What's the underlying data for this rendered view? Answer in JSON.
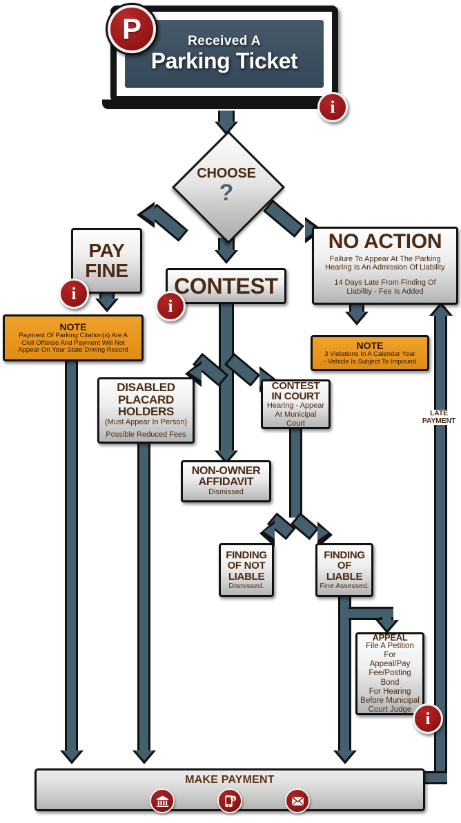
{
  "header": {
    "badge_letter": "P",
    "line1": "Received A",
    "line2": "Parking Ticket",
    "info_icon": "i"
  },
  "decision": {
    "label": "CHOOSE",
    "mark": "?"
  },
  "nodes": {
    "pay_fine": {
      "line1": "PAY",
      "line2": "FINE",
      "info_icon": "i"
    },
    "contest": {
      "title": "CONTEST",
      "info_icon": "i"
    },
    "no_action": {
      "title": "NO ACTION",
      "body1": "Failure To Appear At The Parking",
      "body2": "Hearing Is An Admission Of Liability",
      "body3": "14 Days Late From Finding Of",
      "body4": "Liability - Fee Is Added"
    },
    "disabled_placard": {
      "line1": "DISABLED",
      "line2": "PLACARD",
      "line3": "HOLDERS",
      "sub1": "(Must Appear In Person)",
      "sub2": "Possible Reduced Fees"
    },
    "contest_in_court": {
      "line1": "CONTEST",
      "line2": "IN COURT",
      "sub1": "Hearing - Appear",
      "sub2": "At Municipal Court"
    },
    "non_owner_affidavit": {
      "line1": "NON-OWNER",
      "line2": "AFFIDAVIT",
      "sub1": "Dismissed"
    },
    "finding_not_liable": {
      "line1": "FINDING",
      "line2": "OF NOT",
      "line3": "LIABLE",
      "sub1": "Dismissed."
    },
    "finding_liable": {
      "line1": "FINDING",
      "line2": "OF",
      "line3": "LIABLE",
      "sub1": "Fine Assessed."
    },
    "appeal": {
      "title": "APPEAL",
      "b1": "File A Petition For",
      "b2": "Appeal/Pay",
      "b3": "Fee/Posting Bond",
      "b4": "For Hearing",
      "b5": "Before Municipal",
      "b6": "Court Judge",
      "info_icon": "i"
    }
  },
  "notes": {
    "pay_fine_note": {
      "title": "NOTE",
      "b1": "Payment Of Parking Citation(s) Are A",
      "b2": "Civil Offense And Payment Will Not",
      "b3": "Appear On Your State Driving Record"
    },
    "no_action_note": {
      "title": "NOTE",
      "b1": "3 Violations In A Calendar Year",
      "b2": "- Vehicle Is Subject To Impound"
    }
  },
  "connectors": {
    "late_payment_label_l1": "LATE",
    "late_payment_label_l2": "PAYMENT"
  },
  "payment_bar": {
    "title": "MAKE PAYMENT",
    "icons": [
      "bank-icon",
      "mobile-payment-icon",
      "mail-icon"
    ]
  },
  "colors": {
    "accent_red": "#9b1818",
    "note_orange": "#e8961e",
    "arrow_slate": "#44606f",
    "text_brown": "#4a2a12",
    "header_slate": "#3d5161"
  }
}
